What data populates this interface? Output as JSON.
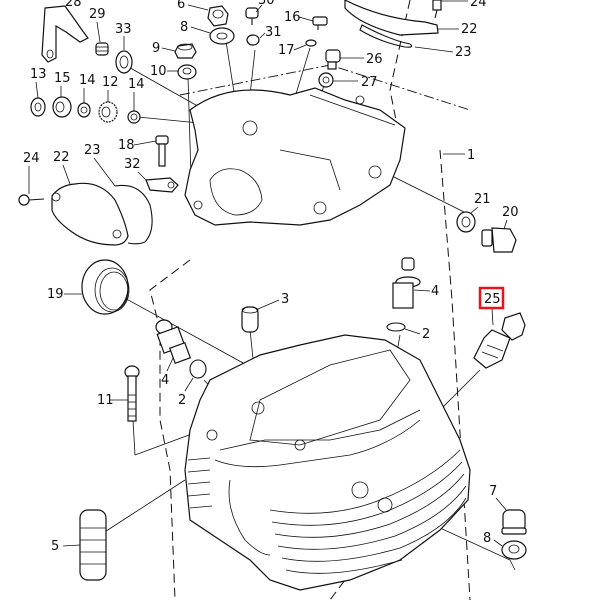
{
  "diagram": {
    "title": "Cylinder head exploded parts diagram",
    "highlight_color": "#e8141c",
    "highlighted_callout": "25",
    "callouts": [
      {
        "id": "c28",
        "label": "28"
      },
      {
        "id": "c29",
        "label": "29"
      },
      {
        "id": "c33",
        "label": "33"
      },
      {
        "id": "c6",
        "label": "6"
      },
      {
        "id": "c8",
        "label": "8"
      },
      {
        "id": "c9",
        "label": "9"
      },
      {
        "id": "c10",
        "label": "10"
      },
      {
        "id": "c30",
        "label": "30"
      },
      {
        "id": "c16",
        "label": "16"
      },
      {
        "id": "c31",
        "label": "31"
      },
      {
        "id": "c17",
        "label": "17"
      },
      {
        "id": "c26",
        "label": "26"
      },
      {
        "id": "c27",
        "label": "27"
      },
      {
        "id": "c24t",
        "label": "24"
      },
      {
        "id": "c22t",
        "label": "22"
      },
      {
        "id": "c23t",
        "label": "23"
      },
      {
        "id": "c13",
        "label": "13"
      },
      {
        "id": "c15",
        "label": "15"
      },
      {
        "id": "c14a",
        "label": "14"
      },
      {
        "id": "c12",
        "label": "12"
      },
      {
        "id": "c14b",
        "label": "14"
      },
      {
        "id": "c18",
        "label": "18"
      },
      {
        "id": "c24l",
        "label": "24"
      },
      {
        "id": "c22l",
        "label": "22"
      },
      {
        "id": "c23l",
        "label": "23"
      },
      {
        "id": "c32",
        "label": "32"
      },
      {
        "id": "c1",
        "label": "1"
      },
      {
        "id": "c21",
        "label": "21"
      },
      {
        "id": "c20",
        "label": "20"
      },
      {
        "id": "c19",
        "label": "19"
      },
      {
        "id": "c3",
        "label": "3"
      },
      {
        "id": "c4r",
        "label": "4"
      },
      {
        "id": "c2r",
        "label": "2"
      },
      {
        "id": "c25",
        "label": "25"
      },
      {
        "id": "c4l",
        "label": "4"
      },
      {
        "id": "c2l",
        "label": "2"
      },
      {
        "id": "c11",
        "label": "11"
      },
      {
        "id": "c7",
        "label": "7"
      },
      {
        "id": "c8b",
        "label": "8"
      },
      {
        "id": "c5",
        "label": "5"
      }
    ]
  }
}
